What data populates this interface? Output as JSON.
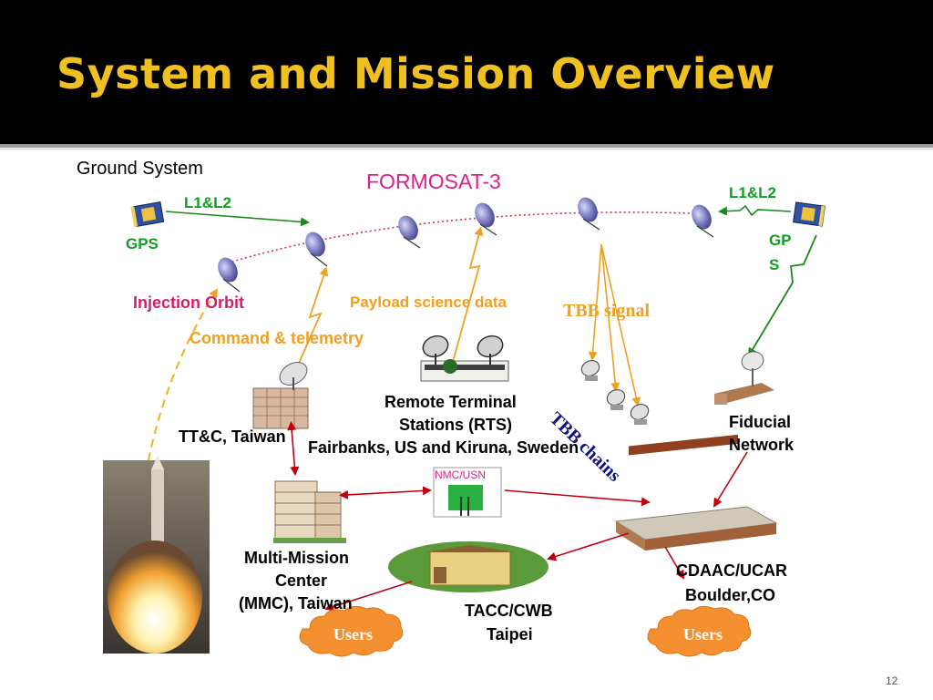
{
  "slide": {
    "title": "System and Mission Overview",
    "page_number": "12"
  },
  "labels": {
    "ground_system": "Ground System",
    "formosat": "FORMOSAT-3",
    "l1l2_left": "L1&L2",
    "l1l2_right": "L1&L2",
    "gps_left": "GPS",
    "gps_right_line1": "GP",
    "gps_right_line2": "S",
    "injection_orbit": "Injection Orbit",
    "payload_science": "Payload science data",
    "tbb_signal": "TBB signal",
    "command_telemetry": "Command & telemetry",
    "rts_line1": "Remote Terminal",
    "rts_line2": "Stations (RTS)",
    "rts_line3": "Fairbanks, US and Kiruna, Sweden",
    "tbb_chains": "TBB chains",
    "ttc": "TT&C, Taiwan",
    "fiducial_line1": "Fiducial",
    "fiducial_line2": "Network",
    "nmc_usn": "NMC/USN",
    "mmc_line1": "Multi-Mission",
    "mmc_line2": "Center",
    "mmc_line3": "(MMC), Taiwan",
    "tacc_line1": "TACC/CWB",
    "tacc_line2": "Taipei",
    "cdaac_line1": "CDAAC/UCAR",
    "cdaac_line2": "Boulder,CO",
    "users_left": "Users",
    "users_right": "Users"
  },
  "colors": {
    "header_bg": "#000000",
    "title": "#f0c020",
    "formosat": "#e0208a",
    "green_label": "#10a020",
    "orange": "#f0a020",
    "dark_red": "#c00010",
    "navy": "#101080",
    "cloud": "#f49030"
  }
}
